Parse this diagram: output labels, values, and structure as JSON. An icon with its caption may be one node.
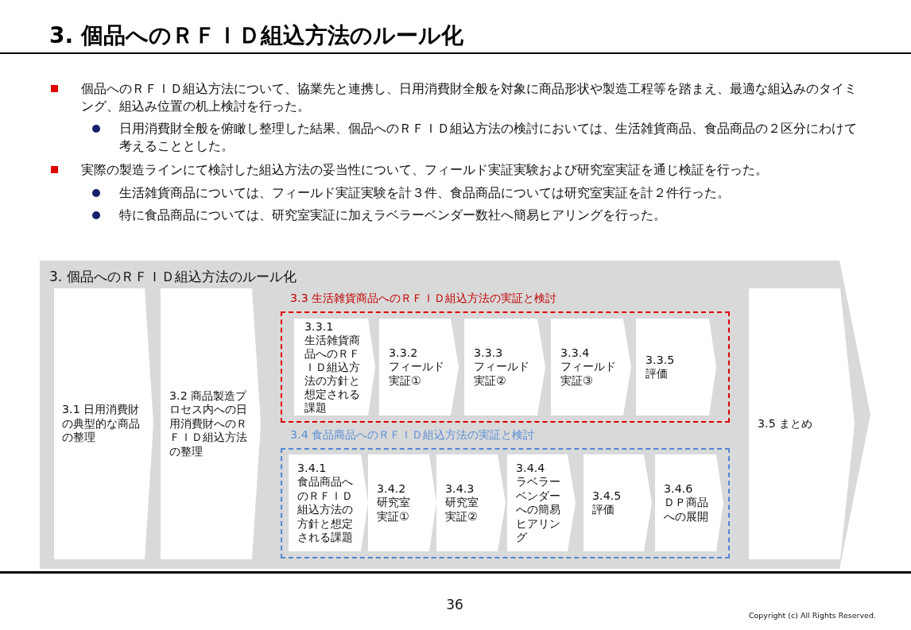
{
  "diagram": {
    "title": "3. 個品へのＲＦＩＤ組込方法のルール化",
    "nodes": [
      {
        "text": [
          "3. 個品へのＲＦＩＤ組込方法のルール化"
        ]
      },
      {
        "text": [
          "3.1 日用消費財の典型的な商品の整理"
        ],
        "in": 0
      },
      {
        "text": [
          "3.2 商品製造プロセス内への日用消費財へのＲＦＩＤ組込方法の整理"
        ],
        "in": 0
      },
      {
        "text": [
          "3.3 生活雑貨商品へのＲＦＩＤ組込方法の実証と検討"
        ],
        "in": 0
      },
      {
        "text": [
          "3.3.1",
          "生活雑貨商品へのＲＦＩＤ組込方法の方針と想定される課題"
        ],
        "in": 3
      },
      {
        "text": [
          "3.3.2",
          "フィールド実証①"
        ],
        "in": 3
      },
      {
        "text": [
          "3.3.3",
          "フィールド実証②"
        ],
        "in": 3
      },
      {
        "text": [
          "3.3.4",
          "フィールド実証③"
        ],
        "in": 3
      },
      {
        "text": [
          "3.3.5",
          "評価"
        ],
        "in": 3
      },
      {
        "text": [
          "3.4 食品商品へのＲＦＩＤ組込方法の実証と検討"
        ],
        "in": 0
      },
      {
        "text": [
          "3.4.1",
          "食品商品へのＲＦＩＤ組込方法の方針と想定される課題"
        ],
        "in": 9
      },
      {
        "text": [
          "3.4.2",
          "研究室実証①"
        ],
        "in": 9
      },
      {
        "text": [
          "3.4.3",
          "研究室実証②"
        ],
        "in": 9
      },
      {
        "text": [
          "3.4.4",
          "ラベラーベンダーへの簡易ヒアリング"
        ],
        "in": 9
      },
      {
        "text": [
          "3.4.5",
          "評価"
        ],
        "in": 9
      },
      {
        "text": [
          "3.4.6",
          "ＤＰ商品への展開"
        ],
        "in": 9
      },
      {
        "text": [
          "3.5 まとめ"
        ],
        "in": 0
      }
    ],
    "labels": [
      "個品へのＲＦＩＤ組込方法について、協業先と連携し、日用消費財全般を対象に商品形状や製造工程等を踏まえ、最適な組込みのタイミング、組込み位置の机上検討を行った。",
      "日用消費財全般を俯瞰し整理した結果、個品へのＲＦＩＤ組込方法の検討においては、生活雑貨商品、食品商品の２区分にわけて考えることとした。",
      "実際の製造ラインにて検討した組込方法の妥当性について、フィールド実証実験および研究室実証を通じ検証を行った。",
      "生活雑貨商品については、フィールド実証実験を計３件、食品商品については研究室実証を計２件行った。",
      "特に食品商品については、研究室実証に加えラベラーベンダー数社へ簡易ヒアリングを行った。",
      "36",
      "Copyright (c) All Rights Reserved."
    ]
  }
}
